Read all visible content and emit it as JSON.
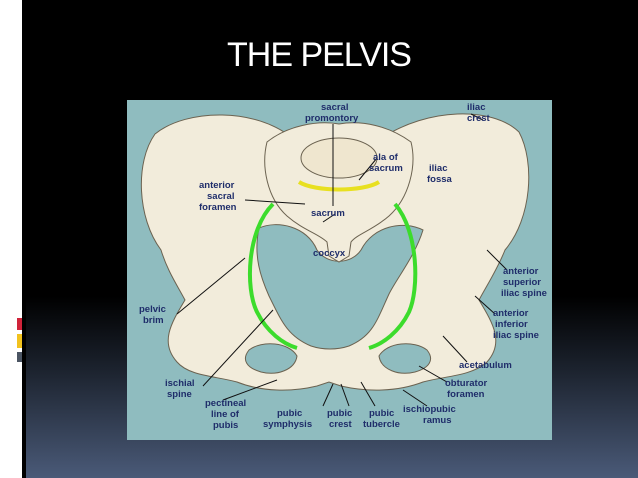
{
  "slide": {
    "title": "THE PELVIS"
  },
  "diagram": {
    "background_color": "#8fbcbf",
    "bone_color": "#f2ecdb",
    "pelvic_brim_color": "#3cdc2c",
    "sacral_promontory_color": "#e8e020",
    "label_color": "#1f2d6a",
    "labels": {
      "sacral_promontory_1": "sacral",
      "sacral_promontory_2": "promontory",
      "iliac_crest_1": "iliac",
      "iliac_crest_2": "crest",
      "ala_of_sacrum_1": "ala of",
      "ala_of_sacrum_2": "sacrum",
      "iliac_fossa_1": "iliac",
      "iliac_fossa_2": "fossa",
      "anterior_sacral_foramen_1": "anterior",
      "anterior_sacral_foramen_2": "sacral",
      "anterior_sacral_foramen_3": "foramen",
      "sacrum": "sacrum",
      "coccyx": "coccyx",
      "asis_1": "anterior",
      "asis_2": "superior",
      "asis_3": "iliac spine",
      "aiis_1": "anterior",
      "aiis_2": "inferior",
      "aiis_3": "iliac spine",
      "pelvic_brim_1": "pelvic",
      "pelvic_brim_2": "brim",
      "acetabulum": "acetabulum",
      "ischial_spine_1": "ischial",
      "ischial_spine_2": "spine",
      "obturator_foramen_1": "obturator",
      "obturator_foramen_2": "foramen",
      "pectineal_line_1": "pectineal",
      "pectineal_line_2": "line of",
      "pectineal_line_3": "pubis",
      "pubic_symphysis_1": "pubic",
      "pubic_symphysis_2": "symphysis",
      "pubic_crest_1": "pubic",
      "pubic_crest_2": "crest",
      "pubic_tubercle_1": "pubic",
      "pubic_tubercle_2": "tubercle",
      "ischiopubic_ramus_1": "ischiopubic",
      "ischiopubic_ramus_2": "ramus"
    }
  }
}
